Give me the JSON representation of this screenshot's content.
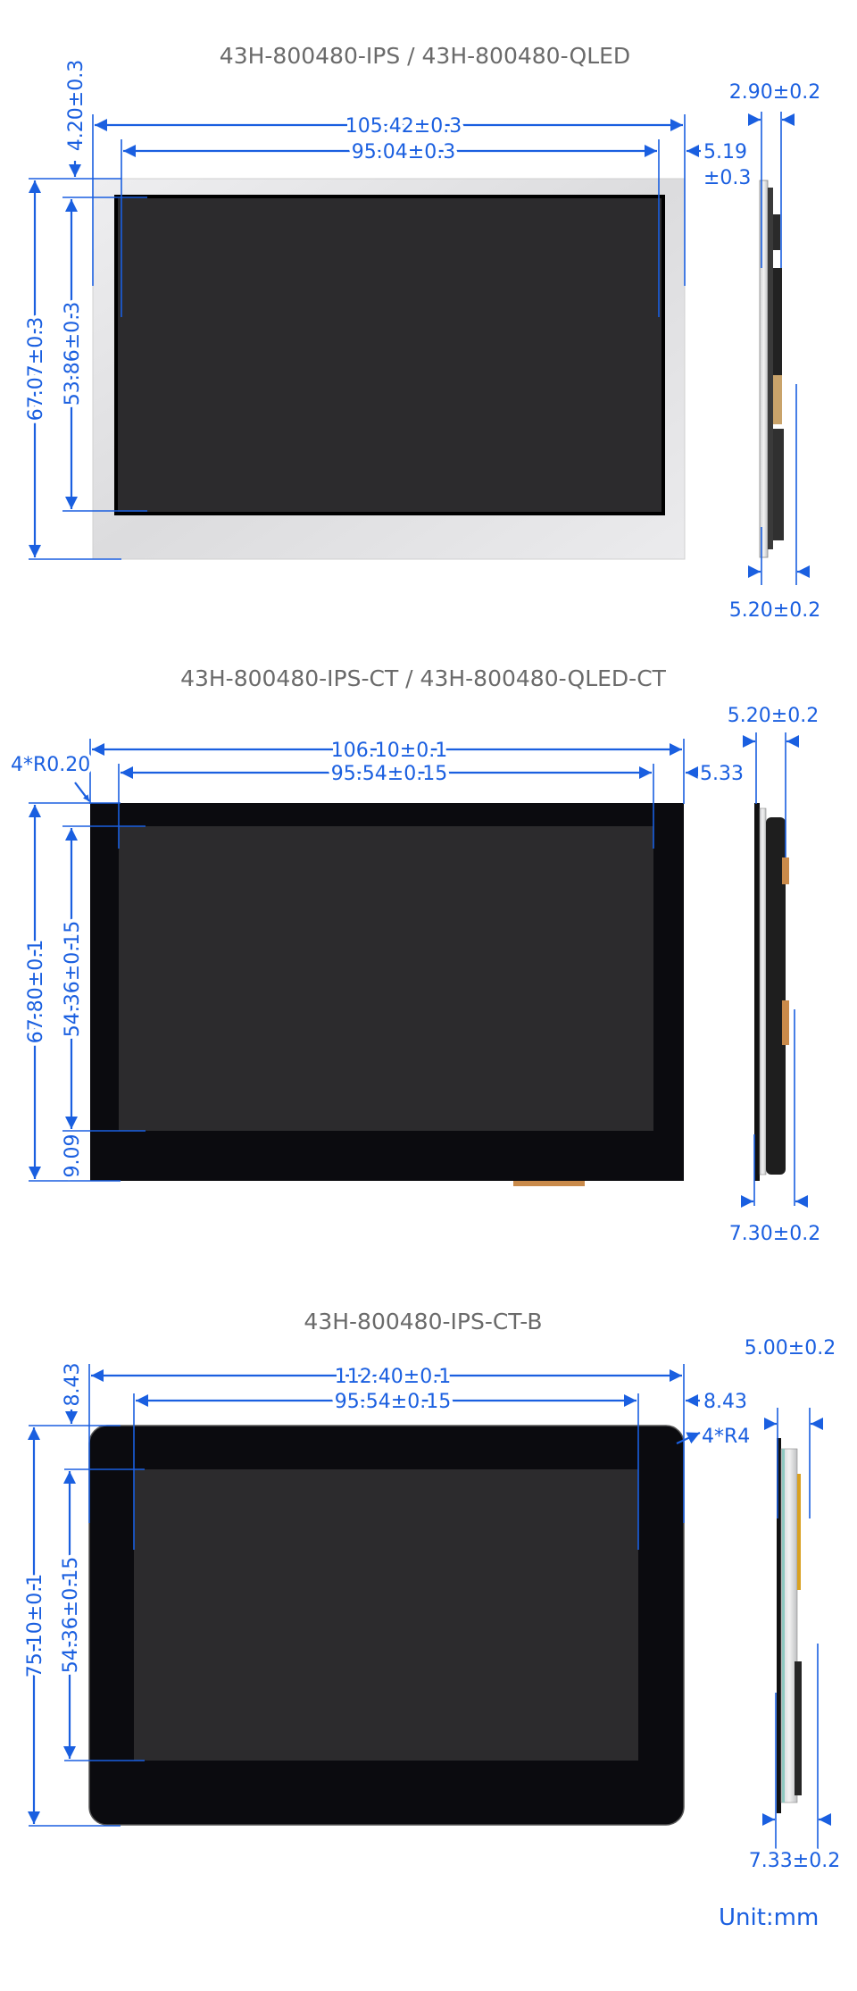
{
  "colors": {
    "dimension": "#1a5fe0",
    "title": "#6a6a6a",
    "panel_silver": "#e2e2e4",
    "screen": "#2c2b2d",
    "bezel": "#0b0b0f"
  },
  "sections": [
    {
      "title": "43H-800480-IPS / 43H-800480-QLED",
      "outer_width": "105.42±0.3",
      "active_width": "95.04±0.3",
      "right_margin_value": "5.19",
      "right_margin_tol": "±0.3",
      "top_margin": "4.20±0.3",
      "outer_height": "67.07±0.3",
      "active_height": "53.86±0.3",
      "side_top": "2.90±0.2",
      "side_bottom": "5.20±0.2"
    },
    {
      "title": "43H-800480-IPS-CT / 43H-800480-QLED-CT",
      "outer_width": "106.10±0.1",
      "active_width": "95.54±0.15",
      "corner_radius": "4*R0.20",
      "right_margin": "5.33",
      "outer_height": "67.80±0.1",
      "active_height": "54.36±0.15",
      "bottom_margin": "9.09",
      "side_top": "5.20±0.2",
      "side_bottom": "7.30±0.2"
    },
    {
      "title": "43H-800480-IPS-CT-B",
      "outer_width": "112.40±0.1",
      "active_width": "95.54±0.15",
      "top_margin": "8.43",
      "right_margin": "8.43",
      "corner_radius": "4*R4",
      "outer_height": "75.10±0.1",
      "active_height": "54.36±0.15",
      "side_top": "5.00±0.2",
      "side_bottom": "7.33±0.2"
    }
  ],
  "unit": "Unit:mm"
}
